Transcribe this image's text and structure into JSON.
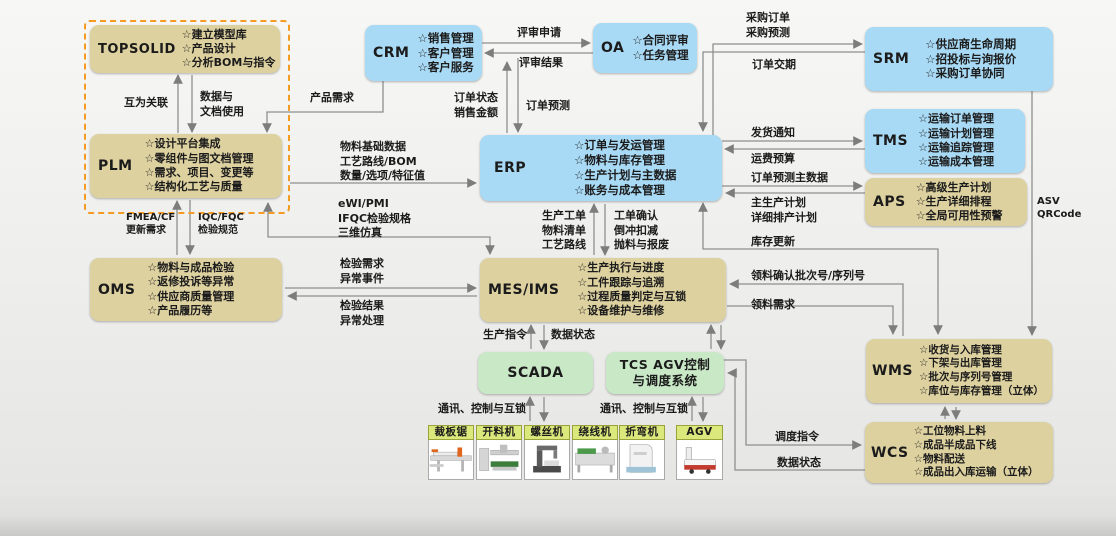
{
  "systems": {
    "topsolid": {
      "title": "TOPSOLID",
      "items": [
        "☆建立模型库",
        "☆产品设计",
        "☆分析BOM与指令"
      ]
    },
    "plm": {
      "title": "PLM",
      "items": [
        "☆设计平台集成",
        "☆零组件与图文档管理",
        "☆需求、项目、变更等",
        "☆结构化工艺与质量"
      ]
    },
    "crm": {
      "title": "CRM",
      "items": [
        "☆销售管理",
        "☆客户管理",
        "☆客户服务"
      ]
    },
    "oa": {
      "title": "OA",
      "items": [
        "☆合同评审",
        "☆任务管理"
      ]
    },
    "srm": {
      "title": "SRM",
      "items": [
        "☆供应商生命周期",
        "☆招投标与询报价",
        "☆采购订单协同"
      ]
    },
    "erp": {
      "title": "ERP",
      "items": [
        "☆订单与发运管理",
        "☆物料与库存管理",
        "☆生产计划与主数据",
        "☆账务与成本管理"
      ]
    },
    "tms": {
      "title": "TMS",
      "items": [
        "☆运输订单管理",
        "☆运输计划管理",
        "☆运输追踪管理",
        "☆运输成本管理"
      ]
    },
    "aps": {
      "title": "APS",
      "items": [
        "☆高级生产计划",
        "☆生产详细排程",
        "☆全局可用性预警"
      ]
    },
    "oms": {
      "title": "OMS",
      "items": [
        "☆物料与成品检验",
        "☆返修投诉等异常",
        "☆供应商质量管理",
        "☆产品履历等"
      ]
    },
    "mes": {
      "title": "MES/IMS",
      "items": [
        "☆生产执行与进度",
        "☆工件跟踪与追溯",
        "☆过程质量判定与互锁",
        "☆设备维护与维修"
      ]
    },
    "wms": {
      "title": "WMS",
      "items": [
        "☆收货与入库管理",
        "☆下架与出库管理",
        "☆批次与序列号管理",
        "☆库位与库存管理（立体）"
      ]
    },
    "scada": {
      "title": "SCADA"
    },
    "tcs": {
      "title": "TCS AGV控制\n与调度系统"
    },
    "wcs": {
      "title": "WCS",
      "items": [
        "☆工位物料上料",
        "☆成品半成品下线",
        "☆物料配送",
        "☆成品出入库运输（立体）"
      ]
    }
  },
  "machines": [
    "裁板锯",
    "开料机",
    "螺丝机",
    "绕线机",
    "折弯机"
  ],
  "agv_label": "AGV",
  "labels": {
    "mutual": "互为关联",
    "data_doc": "数据与\n文档使用",
    "product_demand": "产品需求",
    "review_request": "评审申请",
    "review_result": "评审结果",
    "order_status": "订单状态\n销售金额",
    "order_forecast": "订单预测",
    "purchase_order": "采购订单\n采购预测",
    "order_delivery": "订单交期",
    "ship_notice": "发货通知",
    "freight_budget": "运费预算",
    "forecast_master": "订单预测主数据",
    "master_plan": "主生产计划\n详细排产计划",
    "inventory_update": "库存更新",
    "material_base": "物料基础数据\n工艺路线/BOM\n数量/选项/特征值",
    "ewi": "eWI/PMI\nIFQC检验规格\n三维仿真",
    "fmea": "FMEA/CF\n更新需求",
    "iqc": "IQC/FQC\n检验规范",
    "inspect_demand": "检验需求\n异常事件",
    "inspect_result": "检验结果\n异常处理",
    "work_order": "生产工单\n物料清单\n工艺路线",
    "order_confirm": "工单确认\n倒冲扣减\n抛料与报废",
    "prod_cmd": "生产指令",
    "data_status": "数据状态",
    "comm_lock_left": "通讯、控制与互锁",
    "comm_lock_right": "通讯、控制与互锁",
    "pick_confirm": "领料确认批次号/序列号",
    "pick_demand": "领料需求",
    "asv_qrcode": "ASV\nQRCode",
    "dispatch_cmd": "调度指令",
    "data_status2": "数据状态"
  },
  "colors": {
    "box_blue": "#a9daf5",
    "box_tan": "#ddd1a0",
    "box_green": "#c8e8c6",
    "machine_band": "#dbe97c",
    "dashed_frame": "#f59a23",
    "wire": "#8f8f8f",
    "background": "#ededeb"
  }
}
